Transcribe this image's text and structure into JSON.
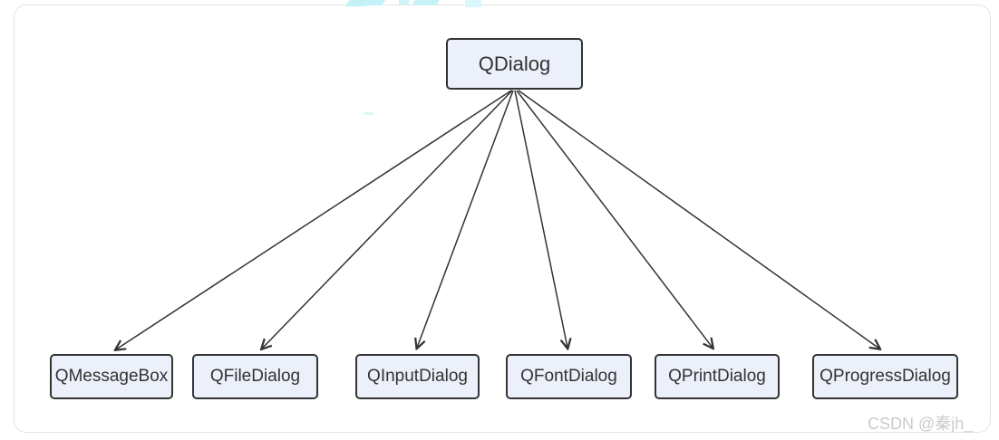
{
  "diagram": {
    "type": "inheritance-hierarchy",
    "parent": {
      "label": "QDialog"
    },
    "children": [
      {
        "label": "QMessageBox"
      },
      {
        "label": "QFileDialog"
      },
      {
        "label": "QInputDialog"
      },
      {
        "label": "QFontDialog"
      },
      {
        "label": "QPrintDialog"
      },
      {
        "label": "QProgressDialog"
      }
    ],
    "edges": [
      {
        "from": "QDialog",
        "to": "QMessageBox"
      },
      {
        "from": "QDialog",
        "to": "QFileDialog"
      },
      {
        "from": "QDialog",
        "to": "QInputDialog"
      },
      {
        "from": "QDialog",
        "to": "QFontDialog"
      },
      {
        "from": "QDialog",
        "to": "QPrintDialog"
      },
      {
        "from": "QDialog",
        "to": "QProgressDialog"
      }
    ],
    "colors": {
      "node_fill": "#ecf0fa",
      "node_border": "#343434",
      "node_text": "#333333",
      "arrow": "#333333",
      "panel_border": "#e4e4e7",
      "background": "#ffffff",
      "highlight_artifact": "#c6f2f8"
    }
  },
  "watermark": {
    "text": "CSDN @秦jh_",
    "color": "#cbcbcb"
  }
}
